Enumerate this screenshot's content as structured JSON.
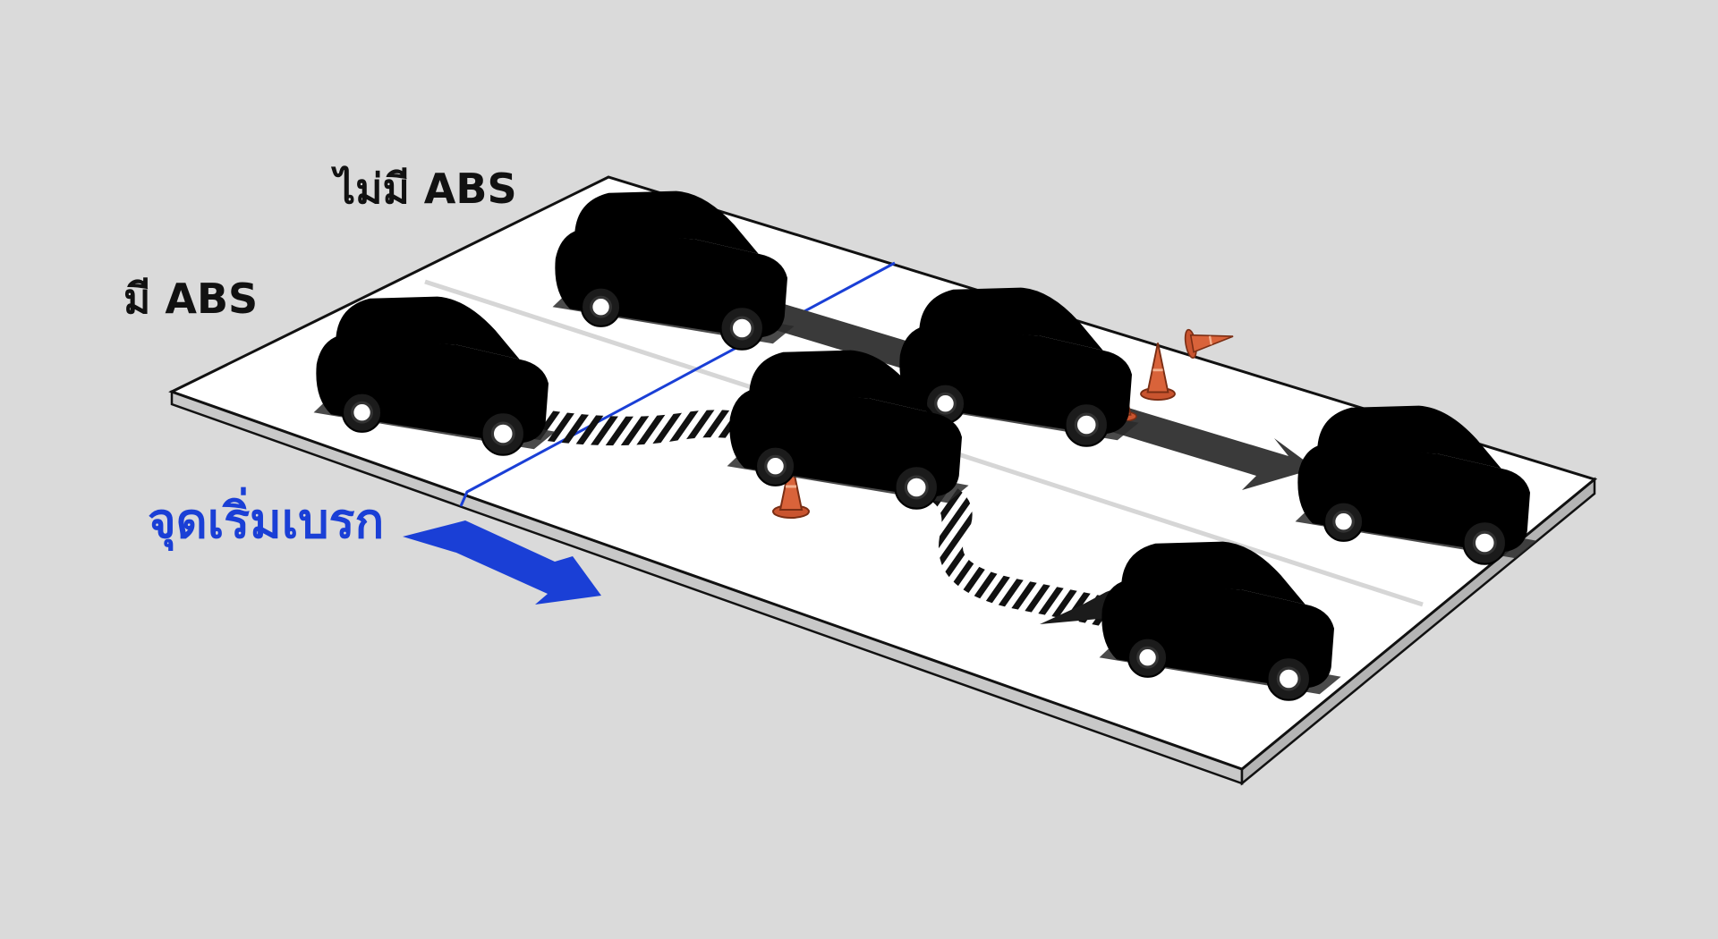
{
  "labels": {
    "no_abs": "ไม่มี ABS",
    "with_abs": "มี ABS",
    "brake_point": "จุดเริ่มเบรก"
  },
  "colors": {
    "background": "#dadada",
    "road": "#ffffff",
    "abs_car": "#1a3fd6",
    "abs_car_dark": "#0b1f8a",
    "brake_line": "#1a3fd6",
    "brake_text": "#1a3fd6",
    "no_abs_track": "#3a3a3a",
    "cone": "#d9633a",
    "text": "#111111"
  },
  "icons": {
    "car": "hatchback-car-icon",
    "cone": "traffic-cone-icon",
    "arrow": "direction-arrow-icon"
  }
}
